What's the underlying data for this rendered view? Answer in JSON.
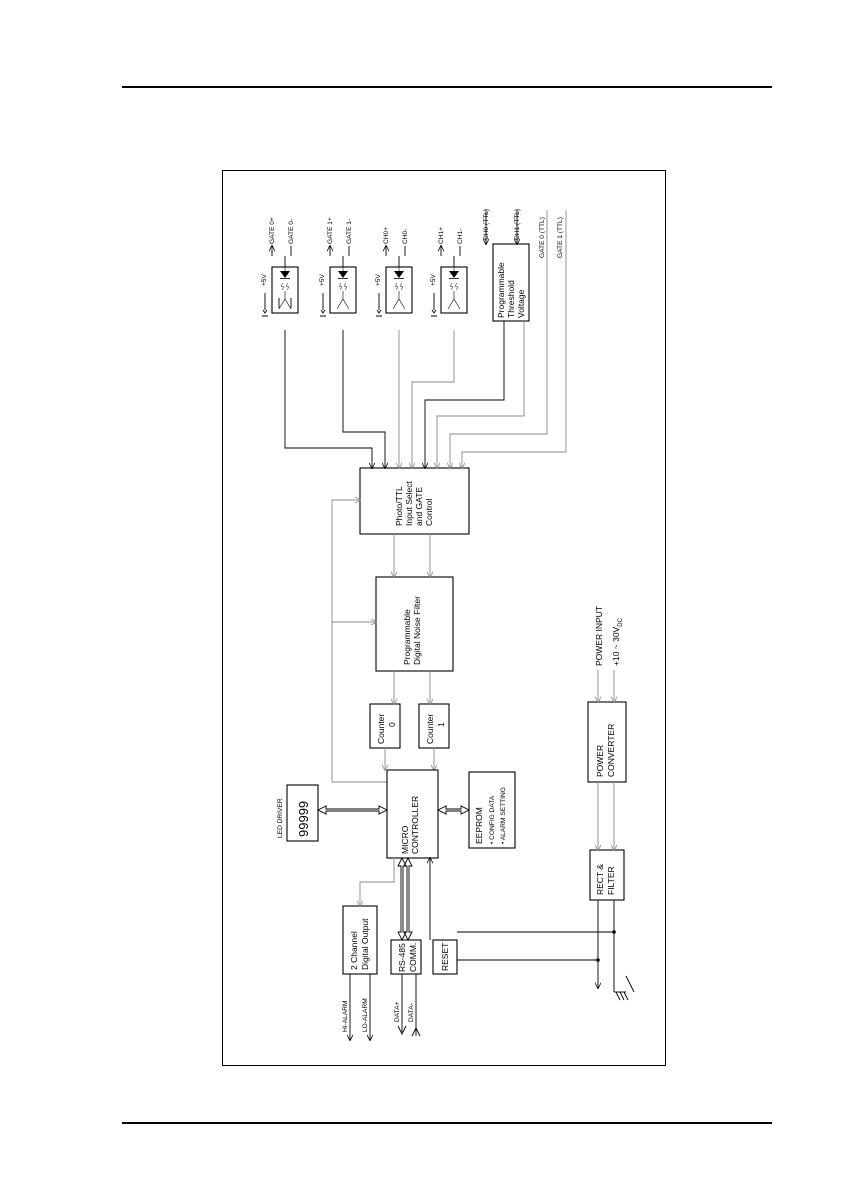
{
  "diagram": {
    "photo_ttl": [
      "Photo/TTL",
      "Input Select",
      "and GATE",
      "Control"
    ],
    "noise_filter": [
      "Programmable",
      "Digital Noise Filter"
    ],
    "threshold": [
      "Programmable",
      "Threshold",
      "Voltage"
    ],
    "counter0": [
      "Counter",
      "0"
    ],
    "counter1": [
      "Counter",
      "1"
    ],
    "micro": [
      "MICRO",
      "CONTROLLER"
    ],
    "led_driver": "LED DRIVER",
    "led_value": "99999",
    "eeprom": [
      "EEPROM",
      "• CONFIG DATA",
      "• ALARM SETTING"
    ],
    "digital_output": [
      "2 Channel",
      "Digital Output"
    ],
    "rs485": [
      "RS-485",
      "COMM."
    ],
    "reset": "RESET",
    "rect_filter": [
      "RECT &",
      "FILTER"
    ],
    "power_converter": [
      "POWER",
      "CONVERTER"
    ],
    "power_input": "POWER INPUT",
    "power_range": "+10 ~ 30V",
    "power_sub": "DC",
    "supply": "+5V",
    "inputs": [
      "GATE 0+",
      "GATE 0-",
      "GATE 1+",
      "GATE 1-",
      "CH0+",
      "CH0-",
      "CH1+",
      "CH1-"
    ],
    "ttl_inputs": [
      "CH0 (TTL)",
      "CH1 (TTL)",
      "GATE 0 (TTL)",
      "GATE 1 (TTL)"
    ],
    "alarms": [
      "HI-ALARM",
      "LO-ALARM"
    ],
    "data": [
      "DATA+",
      "DATA-"
    ]
  }
}
